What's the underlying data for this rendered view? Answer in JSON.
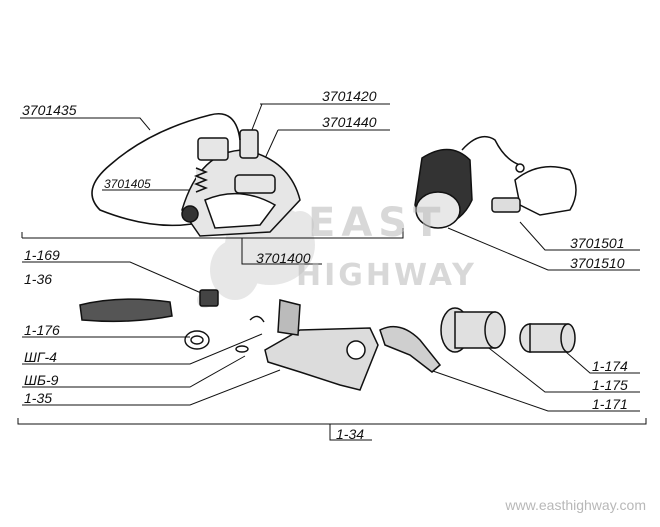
{
  "labels": {
    "p3701435": "3701435",
    "p3701420": "3701420",
    "p3701440": "3701440",
    "p3701405": "3701405",
    "p3701400": "3701400",
    "p3701501": "3701501",
    "p3701510": "3701510",
    "p1_169": "1-169",
    "p1_36": "1-36",
    "p1_176": "1-176",
    "pSHG4": "ШГ-4",
    "pSHB9": "ШБ-9",
    "p1_35": "1-35",
    "p1_174": "1-174",
    "p1_175": "1-175",
    "p1_171": "1-171",
    "p1_34": "1-34"
  },
  "watermark": {
    "line1": "EAST",
    "line2": "HIGHWAY",
    "url": "www.easthighway.com"
  }
}
